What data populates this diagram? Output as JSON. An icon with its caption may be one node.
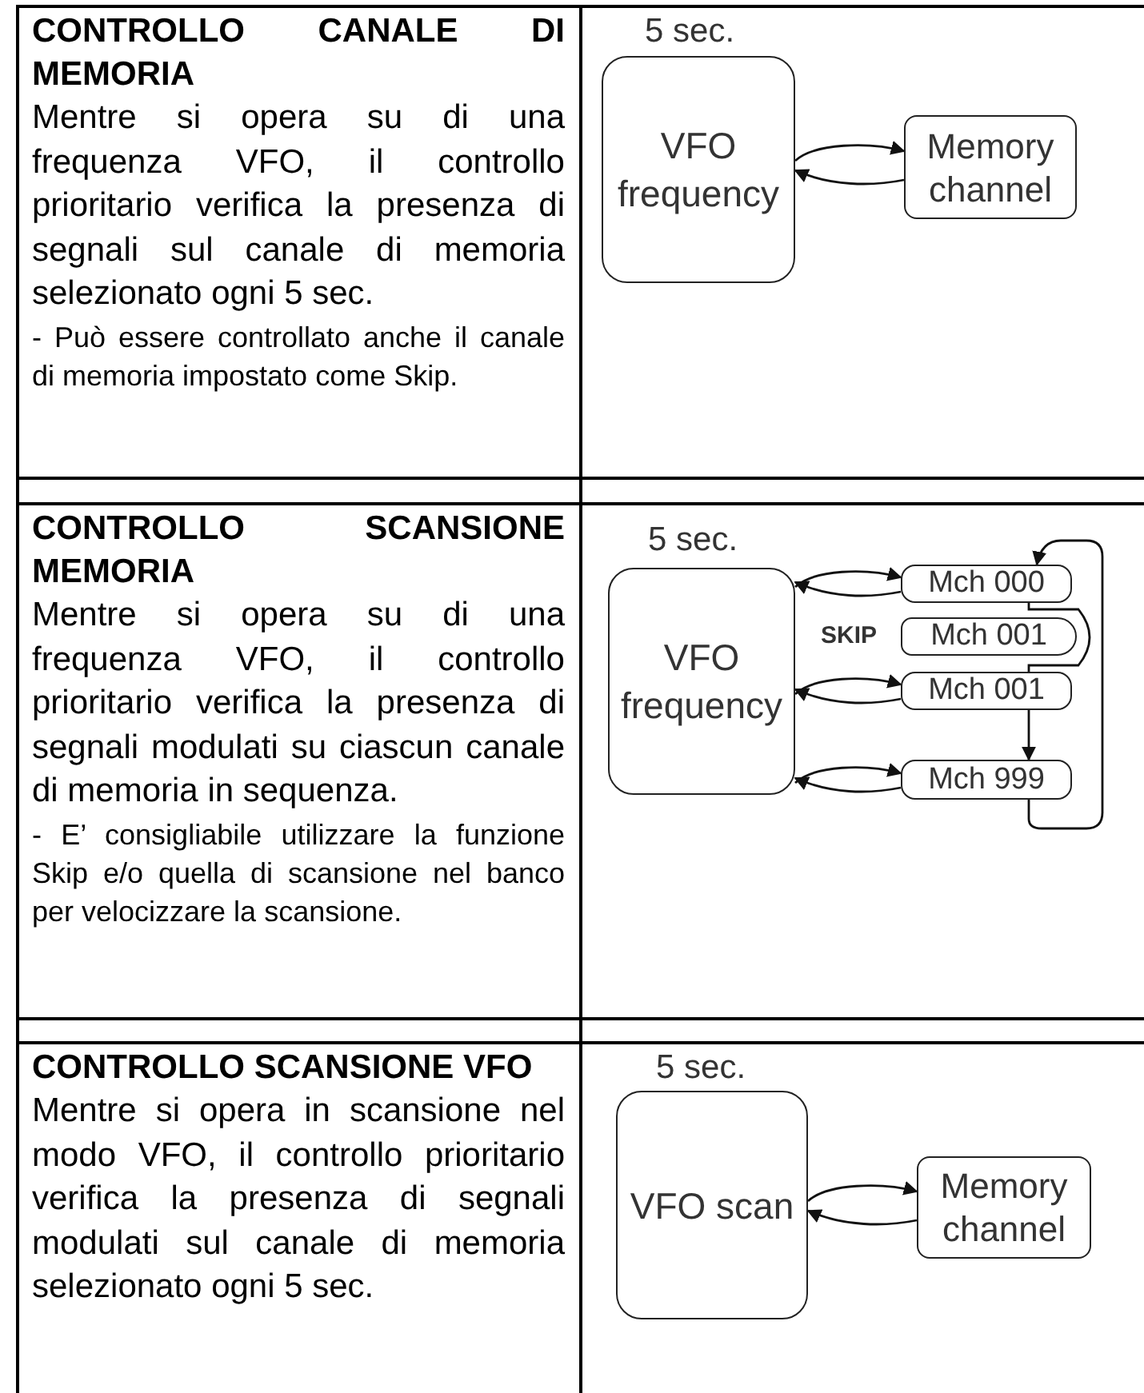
{
  "diagram": {
    "nodes": [
      {
        "text": [
          "VFO frequency"
        ]
      },
      {
        "text": [
          "Memory channel"
        ]
      },
      {
        "text": [
          "VFO frequency"
        ]
      },
      {
        "text": [
          "Mch 000"
        ]
      },
      {
        "text": [
          "Mch 001"
        ],
        "beside": [
          "SKIP"
        ]
      },
      {
        "text": [
          "Mch 001"
        ]
      },
      {
        "text": [
          "Mch 999"
        ]
      },
      {
        "text": [
          "VFO scan"
        ]
      },
      {
        "text": [
          "Memory channel"
        ]
      }
    ],
    "edges": [
      {
        "from": 0,
        "to": 1,
        "arrow": "to"
      },
      {
        "from": 1,
        "to": 0,
        "arrow": "to"
      },
      {
        "from": 2,
        "to": 3,
        "arrow": "to"
      },
      {
        "from": 3,
        "to": 2,
        "arrow": "to"
      },
      {
        "from": 2,
        "to": 5,
        "arrow": "to"
      },
      {
        "from": 5,
        "to": 2,
        "arrow": "to"
      },
      {
        "from": 2,
        "to": 6,
        "arrow": "to"
      },
      {
        "from": 6,
        "to": 2,
        "arrow": "to"
      },
      {
        "from": 3,
        "to": 5,
        "arrow": "none"
      },
      {
        "from": 5,
        "to": 6,
        "arrow": "to"
      },
      {
        "from": 6,
        "to": 3,
        "arrow": "to"
      },
      {
        "from": 7,
        "to": 8,
        "arrow": "to"
      },
      {
        "from": 8,
        "to": 7,
        "arrow": "to"
      }
    ],
    "labels": [
      "CONTROLLO CANALE DI MEMORIA",
      "Mentre si opera su di una frequenza VFO, il controllo prioritario verifica la presenza di segnali sul canale di memoria selezionato ogni 5 sec.",
      "- Può essere controllato anche il canale di memoria impostato come Skip.",
      "5 sec.",
      "CONTROLLO SCANSIONE MEMORIA",
      "Mentre si opera su di una frequenza VFO, il controllo prioritario verifica la presenza di segnali modulati su ciascun canale di memoria in sequenza.",
      "- E’ consigliabile utilizzare la funzione Skip e/o quella di scansione nel banco per velocizzare la scansione.",
      "5 sec.",
      "CONTROLLO SCANSIONE VFO",
      "Mentre si opera in scansione nel modo VFO, il controllo prioritario verifica la presenza di segnali modulati sul canale di memoria selezionato ogni 5 sec.",
      "5 sec."
    ]
  }
}
